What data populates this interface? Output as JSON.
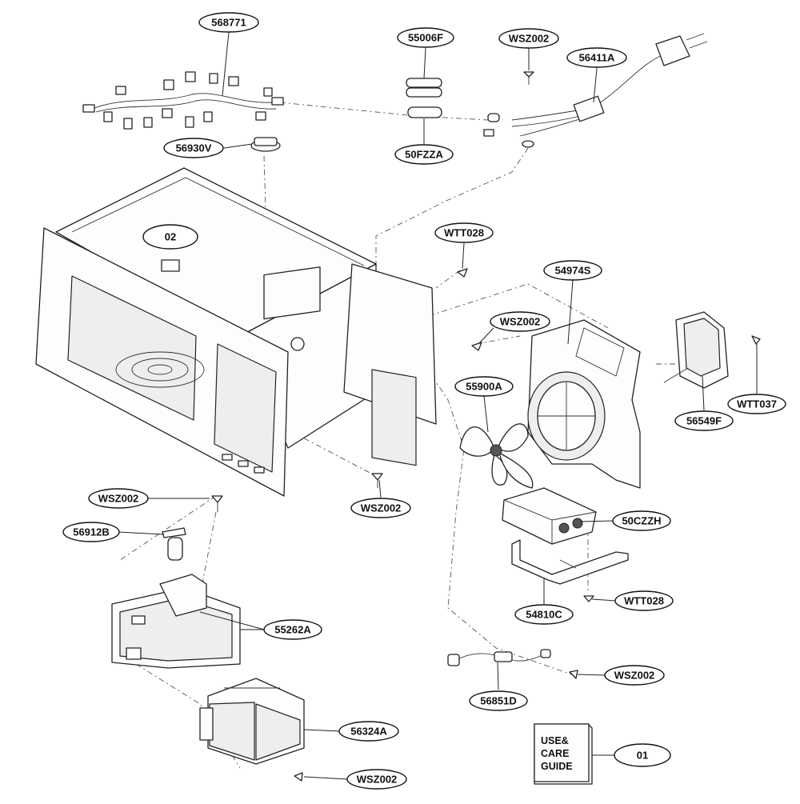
{
  "labels": {
    "p568771": "568771",
    "p55006F": "55006F",
    "p50FZZA": "50FZZA",
    "pWSZ002_top": "WSZ002",
    "p56411A": "56411A",
    "p56930V": "56930V",
    "p02": "02",
    "pWTT028_top": "WTT028",
    "p54974S": "54974S",
    "pWSZ002_mid": "WSZ002",
    "p55900A": "55900A",
    "pWTT037": "WTT037",
    "p56549F": "56549F",
    "pWSZ002_center": "WSZ002",
    "pWSZ002_left": "WSZ002",
    "p56912B": "56912B",
    "p50CZZH": "50CZZH",
    "p55262A": "55262A",
    "p54810C": "54810C",
    "pWTT028_bottom": "WTT028",
    "pWSZ002_lower": "WSZ002",
    "p56851D": "56851D",
    "p56324A": "56324A",
    "pWSZ002_bottom": "WSZ002",
    "p01": "01"
  },
  "guide_book": {
    "line1": "USE&",
    "line2": "CARE",
    "line3": "GUIDE"
  }
}
